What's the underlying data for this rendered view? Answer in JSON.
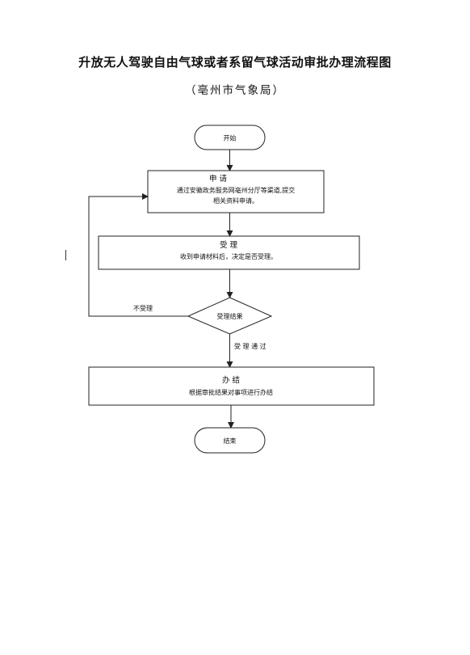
{
  "document": {
    "title": "升放无人驾驶自由气球或者系留气球活动审批办理流程图",
    "subtitle": "（亳州市气象局）"
  },
  "flowchart": {
    "start": "开始",
    "apply": {
      "heading": "申 请",
      "line1": "通过安徽政务服务网亳州分厅等渠道,提交",
      "line2": "相关资料申请。"
    },
    "accept": {
      "heading": "受 理",
      "line1": "收到申请材料后，决定是否受理。"
    },
    "decision": "受理结果",
    "reject_label": "不受理",
    "pass_label": "受 理 通 过",
    "handle": {
      "heading": "办 结",
      "line1": "根据审批结果对事项进行办结"
    },
    "end": "结束"
  }
}
